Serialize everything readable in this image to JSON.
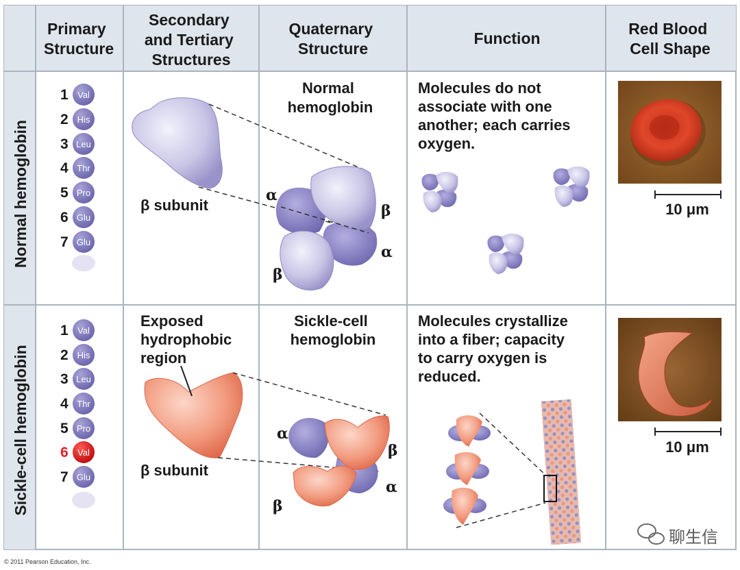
{
  "headers": {
    "primary": [
      "Primary",
      "Structure"
    ],
    "secondary": [
      "Secondary",
      "and Tertiary",
      "Structures"
    ],
    "quaternary": [
      "Quaternary",
      "Structure"
    ],
    "function": "Function",
    "shape": [
      "Red Blood",
      "Cell Shape"
    ]
  },
  "rows": {
    "normal": {
      "side_label": "Normal hemoglobin",
      "sequence": [
        {
          "n": "1",
          "aa": "Val"
        },
        {
          "n": "2",
          "aa": "His"
        },
        {
          "n": "3",
          "aa": "Leu"
        },
        {
          "n": "4",
          "aa": "Thr"
        },
        {
          "n": "5",
          "aa": "Pro"
        },
        {
          "n": "6",
          "aa": "Glu"
        },
        {
          "n": "7",
          "aa": "Glu"
        }
      ],
      "subunit_label": "β subunit",
      "quaternary_title": [
        "Normal",
        "hemoglobin"
      ],
      "function_text": [
        "Molecules do not",
        "associate with one",
        "another; each carries",
        "oxygen."
      ],
      "scale": "10 μm"
    },
    "sickle": {
      "side_label": "Sickle-cell hemoglobin",
      "sequence": [
        {
          "n": "1",
          "aa": "Val"
        },
        {
          "n": "2",
          "aa": "His"
        },
        {
          "n": "3",
          "aa": "Leu"
        },
        {
          "n": "4",
          "aa": "Thr"
        },
        {
          "n": "5",
          "aa": "Pro"
        },
        {
          "n": "6",
          "aa": "Val"
        },
        {
          "n": "7",
          "aa": "Glu"
        }
      ],
      "exposed_label": [
        "Exposed",
        "hydrophobic",
        "region"
      ],
      "subunit_label": "β subunit",
      "quaternary_title": [
        "Sickle-cell",
        "hemoglobin"
      ],
      "function_text": [
        "Molecules crystallize",
        "into a fiber; capacity",
        "to carry oxygen is",
        "reduced."
      ],
      "scale": "10 μm"
    }
  },
  "greek": {
    "alpha": "α",
    "beta": "β"
  },
  "colors": {
    "header_bg": "#dfe5ec",
    "grid": "#a9b4c0",
    "amino_normal": "#8a85c0",
    "amino_mutant": "#e41e26",
    "normal_subunit": "#c5c3e3",
    "sickle_subunit": "#f08f74",
    "rbc_background": "#8a5a2a"
  },
  "copyright": "© 2011 Pearson Education, Inc.",
  "watermark": "聊生信"
}
